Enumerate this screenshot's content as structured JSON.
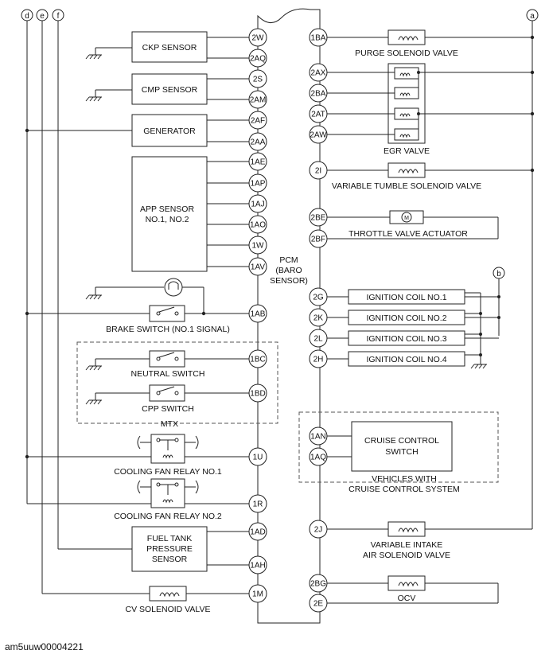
{
  "pcm": {
    "label": [
      "PCM",
      "(BARO",
      "SENSOR)"
    ]
  },
  "bus_letters": [
    "d",
    "e",
    "f",
    "a",
    "b"
  ],
  "left_components": {
    "ckp_sensor": "CKP SENSOR",
    "cmp_sensor": "CMP SENSOR",
    "generator": "GENERATOR",
    "app_sensor": [
      "APP SENSOR",
      "NO.1, NO.2"
    ],
    "brake_switch": "BRAKE SWITCH (NO.1 SIGNAL)",
    "neutral_switch": "NEUTRAL SWITCH",
    "cpp_switch": "CPP SWITCH",
    "mtx": "MTX",
    "cooling_fan_relay_1": "COOLING FAN RELAY NO.1",
    "cooling_fan_relay_2": "COOLING FAN RELAY NO.2",
    "fuel_tank_sensor": [
      "FUEL TANK",
      "PRESSURE",
      "SENSOR"
    ],
    "cv_solenoid": "CV SOLENOID VALVE"
  },
  "right_components": {
    "purge_solenoid": "PURGE SOLENOID VALVE",
    "egr_valve": "EGR VALVE",
    "variable_tumble": "VARIABLE TUMBLE SOLENOID VALVE",
    "throttle_actuator": "THROTTLE VALVE ACTUATOR",
    "ignition_coils": [
      "IGNITION COIL NO.1",
      "IGNITION COIL NO.2",
      "IGNITION COIL NO.3",
      "IGNITION COIL NO.4"
    ],
    "cruise_switch": [
      "CRUISE CONTROL",
      "SWITCH"
    ],
    "cruise_note": [
      "VEHICLES WITH",
      "CRUISE CONTROL SYSTEM"
    ],
    "variable_intake": [
      "VARIABLE INTAKE",
      "AIR SOLENOID VALVE"
    ],
    "ocv": "OCV"
  },
  "left_pins": [
    "2W",
    "2AQ",
    "2S",
    "2AM",
    "2AF",
    "2AA",
    "1AE",
    "1AP",
    "1AJ",
    "1AO",
    "1W",
    "1AV",
    "1AB",
    "1BC",
    "1BD",
    "1U",
    "1R",
    "1AD",
    "1AH",
    "1M"
  ],
  "right_pins": [
    "1BA",
    "2AX",
    "2BA",
    "2AT",
    "2AW",
    "2I",
    "2BE",
    "2BF",
    "2G",
    "2K",
    "2L",
    "2H",
    "1AN",
    "1AQ",
    "2J",
    "2BG",
    "2E"
  ],
  "footer": {
    "code": "am5uuw00004221"
  }
}
